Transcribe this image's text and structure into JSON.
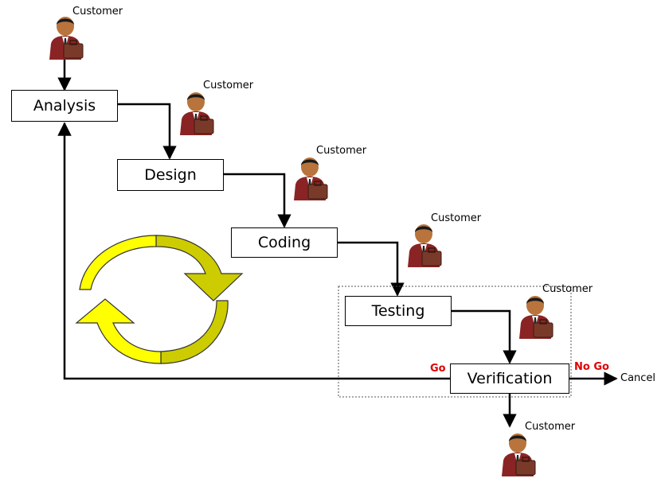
{
  "steps": {
    "analysis": "Analysis",
    "design": "Design",
    "coding": "Coding",
    "testing": "Testing",
    "verification": "Verification"
  },
  "customer_label": "Customer",
  "decisions": {
    "go": "Go",
    "no_go": "No Go",
    "cancel": "Cancel"
  },
  "colors": {
    "cycle_yellow": "#ffff00",
    "cycle_olive": "#cccc00",
    "decision_red": "#e00000",
    "suit": "#8a2424",
    "briefcase": "#7a3a2a"
  },
  "icons": [
    "customer-icon",
    "cycle-arrows-icon"
  ]
}
